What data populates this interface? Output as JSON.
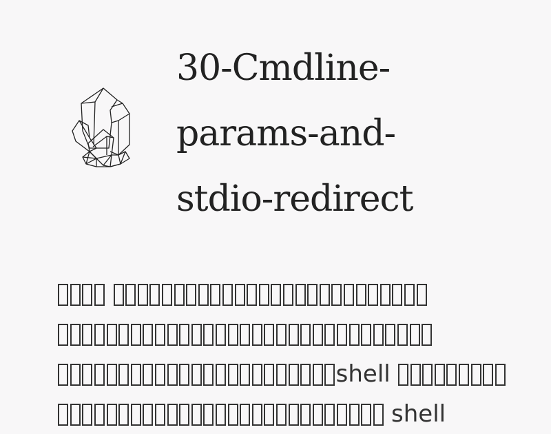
{
  "page": {
    "title_lines": [
      "30-Cmdline-",
      "params-and-",
      "stdio-redirect"
    ],
    "logo": "crystal-icon",
    "body_lines": [
      "□□□□ □□□□□□□□□□□□□□□□□□□□□□□□□□",
      "□□□□□□□□□□□□□□□□□□□□□□□□□□□□□□□",
      "□□□□□□□□□□□□□□□□□□□□□□□shell □□□□□□□□□",
      "□□□□□□□□□□□□□□□□□□□□□□□□□□□ shell"
    ]
  }
}
